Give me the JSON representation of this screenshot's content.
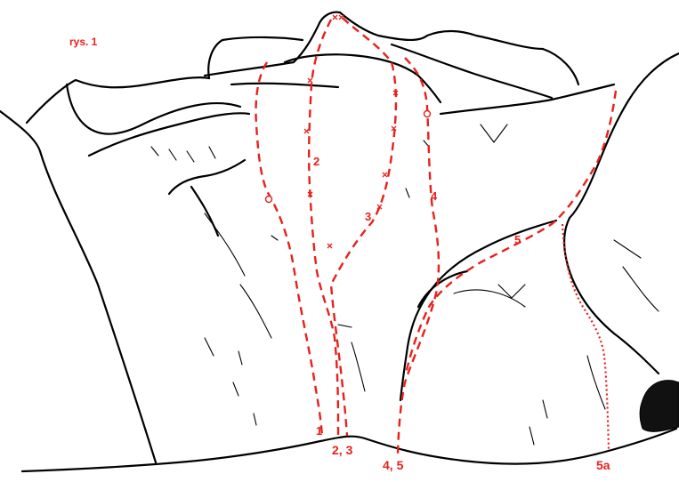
{
  "figure": {
    "caption": "rys. 1"
  },
  "routes": [
    {
      "number": "1",
      "color": "#e8201c",
      "line": "dashed"
    },
    {
      "number": "2",
      "color": "#e8201c",
      "line": "dashed"
    },
    {
      "number": "3",
      "color": "#e8201c",
      "line": "dashed"
    },
    {
      "number": "4",
      "color": "#e8201c",
      "line": "dashed"
    },
    {
      "number": "5",
      "color": "#e8201c",
      "line": "dashed"
    },
    {
      "number": "5a",
      "color": "#e8201c",
      "line": "dotted"
    }
  ],
  "start_labels": [
    "1",
    "2, 3",
    "4, 5",
    "5a"
  ],
  "colors": {
    "route": "#e8201c",
    "rock_outline": "#000000",
    "background": "#ffffff"
  },
  "markers": {
    "bolt": "cross-icon",
    "anchor": "ring-icon"
  }
}
